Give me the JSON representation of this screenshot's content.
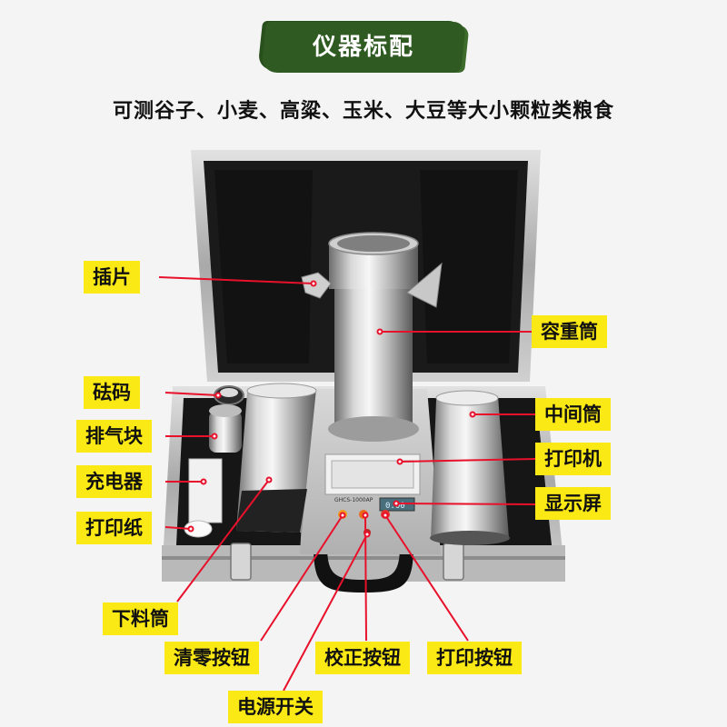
{
  "header": {
    "title": "仪器标配",
    "subtitle": "可测谷子、小麦、高粱、玉米、大豆等大小颗粒类粮食"
  },
  "device": {
    "model_text": "GHCS-1000AP",
    "screen_text": "0.00"
  },
  "labels": {
    "insert_piece": "插片",
    "weight": "砝码",
    "exhaust_block": "排气块",
    "charger": "充电器",
    "print_paper": "打印纸",
    "volume_cylinder": "容重筒",
    "middle_cylinder": "中间筒",
    "printer": "打印机",
    "display_screen": "显示屏",
    "feed_cylinder": "下料筒",
    "zero_button": "清零按钮",
    "calibrate_button": "校正按钮",
    "print_button": "打印按钮",
    "power_switch": "电源开关"
  },
  "colors": {
    "banner": "#2f5a22",
    "label_bg": "#fbe915",
    "leader_line": "#e8102a"
  }
}
